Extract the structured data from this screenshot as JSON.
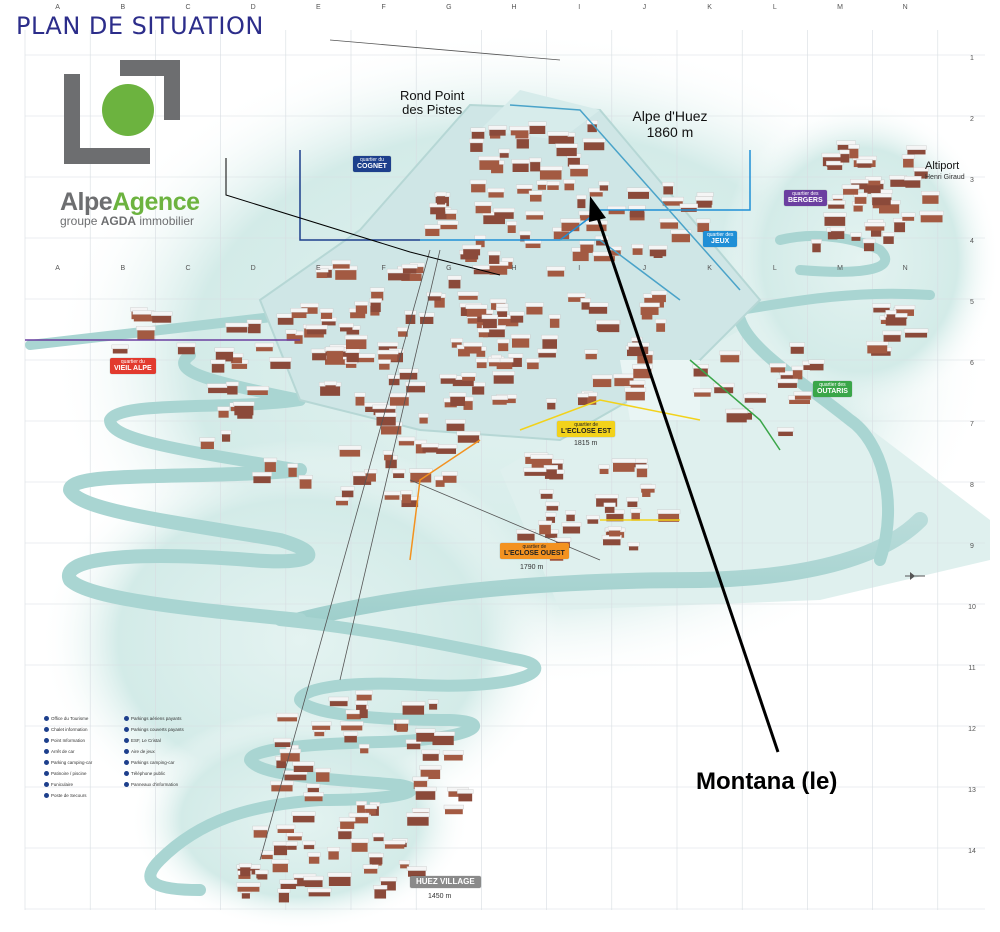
{
  "header": {
    "title": "PLAN DE SITUATION"
  },
  "brand": {
    "name_part1": "Alpe",
    "name_part2": "Agence",
    "tagline_prefix": "groupe ",
    "tagline_bold": "AGDA",
    "tagline_suffix": " immobilier",
    "colors": {
      "gray": "#6d6e70",
      "green": "#6cb33f"
    }
  },
  "places": {
    "rond_point_line1": "Rond Point",
    "rond_point_line2": "des Pistes",
    "station_name": "Alpe d'Huez",
    "station_altitude": "1860 m",
    "altiport_name": "Altiport",
    "altiport_sub": "Henri Giraud"
  },
  "sectors": [
    {
      "qualifier": "quartier du",
      "name": "COGNET",
      "color": "#1d3f8c"
    },
    {
      "qualifier": "quartier des",
      "name": "BERGERS",
      "color": "#6b3fa0"
    },
    {
      "qualifier": "quartier des",
      "name": "JEUX",
      "color": "#1f8fd6"
    },
    {
      "qualifier": "quartier du",
      "name": "VIEIL ALPE",
      "color": "#e23a2e"
    },
    {
      "qualifier": "quartier des",
      "name": "OUTARIS",
      "color": "#3aa649"
    },
    {
      "qualifier": "quartier de",
      "name": "L'ECLOSE EST",
      "color": "#f2d21b",
      "text_color": "#222"
    },
    {
      "qualifier": "quartier de",
      "name": "L'ECLOSE OUEST",
      "color": "#f39220",
      "text_color": "#222"
    },
    {
      "qualifier": "",
      "name": "HUEZ VILLAGE",
      "color": "#8a8a8a"
    }
  ],
  "altitudes": {
    "eclose_est": "1815 m",
    "eclose_ouest": "1790 m",
    "huez_village": "1450 m"
  },
  "grid": {
    "columns": [
      "A",
      "B",
      "C",
      "D",
      "E",
      "F",
      "G",
      "H",
      "I",
      "J",
      "K",
      "L",
      "M",
      "N"
    ],
    "rows": [
      "1",
      "2",
      "3",
      "4",
      "5",
      "6",
      "7",
      "8",
      "9",
      "10",
      "11",
      "12",
      "13",
      "14"
    ]
  },
  "callout": {
    "label": "Montana (le)"
  },
  "legend": {
    "items": [
      "Office du Tourisme",
      "Chalet information",
      "Point Information",
      "Arrêt de car",
      "Parking camping-car",
      "Patinoire / piscine",
      "Funiculaire",
      "Poste de Secours",
      "Parkings aériens payants",
      "Parkings couverts payants",
      "ESF, Le Cristal",
      "Aire de jeux",
      "Parkings camping-car",
      "Téléphone public",
      "Panneaux d'information"
    ]
  }
}
